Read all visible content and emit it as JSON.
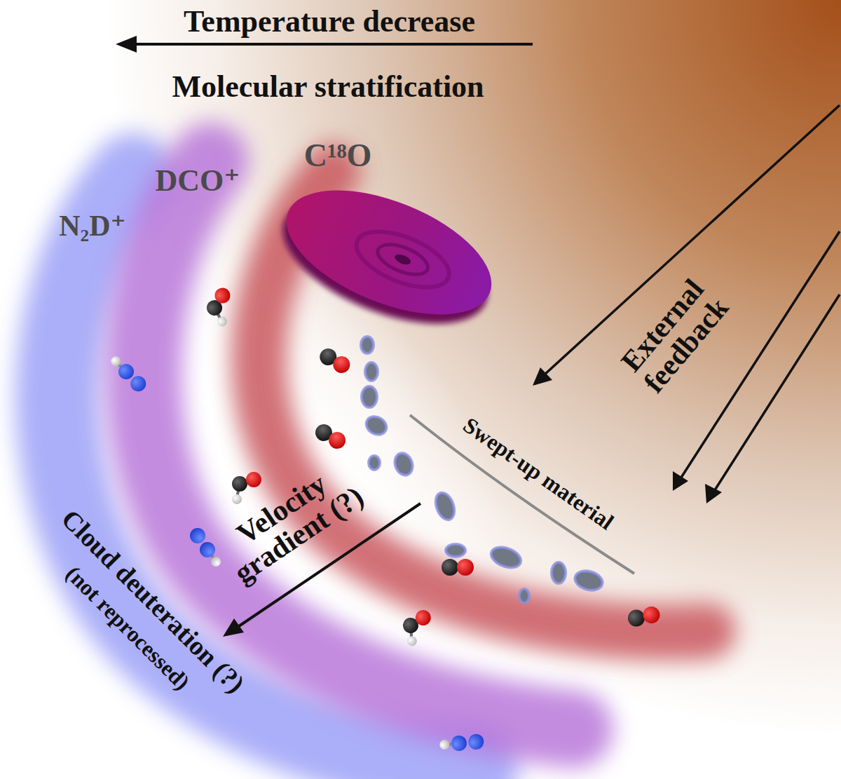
{
  "diagram": {
    "labels": [
      "Temperature decrease",
      "Molecular stratification",
      "C¹⁸O",
      "DCO⁺",
      "N₂D⁺",
      "External feedback",
      "Swept-up material",
      "Velocity gradient (?)",
      "Cloud deuteration (?)",
      "(not reprocessed)"
    ]
  }
}
